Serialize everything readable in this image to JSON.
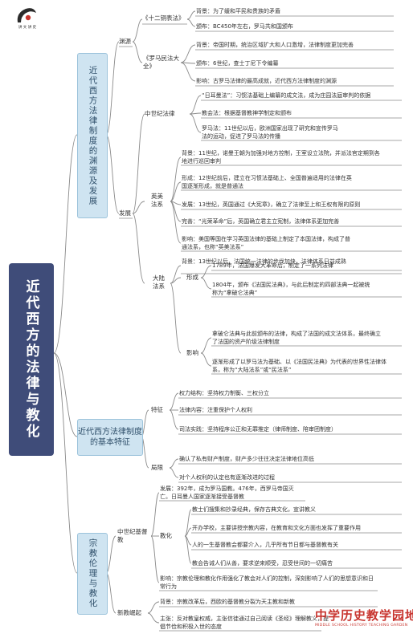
{
  "logo": {
    "caption": "讲 文 讲 史"
  },
  "root": {
    "title": "近代西方的法律与教化"
  },
  "s1": {
    "title": "近代西方法律制度的渊源及发展",
    "yuanyuan": "渊源",
    "t12": "《十二铜表法》",
    "t12_bg": "背景：为了缓和平民和贵族的矛盾",
    "t12_pub": "颁布：BC450年左右，罗马共和国颁布",
    "luoma": "《罗马民法大全》",
    "lm_bg": "背景：帝国时期，统治区域扩大和人口激增，法律制度更加完善",
    "lm_pub": "颁布：6世纪，查士丁尼下令编纂",
    "lm_eff": "影响：古罗马法律的最高成就，近代西方法律制度的渊源",
    "fazhan": "发展",
    "zsj": "中世纪法律",
    "zsj1": "“日耳曼法”：习惯法基础上编纂的成文法，成为庄园法庭审判的依据",
    "zsj2": "教会法：根据基督教神学制定和颁布",
    "zsj3": "罗马法：11世纪以后，欧洲国家出现了研究和宣传罗马法的运动，促进了罗马法的传播",
    "yingmei": "英美法系",
    "ym1": "背景：11世纪，诺曼王朝为加强对地方控制，王室设立法院，并派法官定期到各地进行巡回审判",
    "ym2": "形成：12世纪前后，建立在习惯法基础上、全国普遍适用的法律在英国逐渐形成，就是普通法",
    "ym3": "发展：13世纪，英国通过《大宪章》，确立了法律至上和王权有限的原则",
    "ym4": "完善：“光荣革命”后，英国确立君主立宪制，法律体系更加完善",
    "ym5": "影响：美国等国在学习英国法律的基础上制定了本国法律，构成了普通法系，也称“英美法系”",
    "dalu": "大陆法系",
    "dl_bg": "背景：13世纪以后，法国统一法律的步伐加快，法律体系日益成熟",
    "dl_xc": "形成",
    "dl_x1": "1789年，法国爆发大革命后，制定了一系列法律",
    "dl_x2": "1804年，颁布《法国民法典》，与此后制定的四部法典一起被统称为“拿破仑法典”",
    "dl_yx": "影响",
    "dl_y1": "拿破仑法典与此前颁布的法律，构成了法国的成文法体系，最终确立了法国的资产阶级法律制度",
    "dl_y2": "逐渐形成了以罗马法为基础、以《法国民法典》为代表的世界性法律体系，称为“大陆法系”或“民法系”"
  },
  "s2": {
    "title": "近代西方法律制度的基本特征",
    "tezheng": "特征",
    "tz1": "权力结构：坚持权力制衡、三权分立",
    "tz2": "法律内容：注重保护个人权利",
    "tz3": "司法实践：坚持程序公正和无罪推定（律师制度、陪审团制度）",
    "juxian": "局限",
    "jx1": "确认了私有财产制度，财产多少往往决定法律地位高低",
    "jx2": "对个人权利的认定也有逐渐改进的过程"
  },
  "s3": {
    "title": "宗教伦理与教化",
    "zsjj": "中世纪基督教",
    "fz": "发展：392年，成为罗马国教。476年，西罗马帝国灭亡。日耳曼人国家逐渐接受基督教",
    "jiaohua": "教化",
    "jh1": "教士们搜集和抄录经典，保存古典文化，宣讲教义",
    "jh2": "开办学校，主要讲授宗教内容，在教育和文化方面也发挥了重要作用",
    "jh3": "人的一生基督教会都要介入，几乎所有节日都与基督教有关",
    "jh4": "教会告诫人们从善，要求逆来顺受，忍受世间的一切痛苦",
    "yx": "影响：宗教伦理和教化作用强化了教会对人们的控制，深刻影响了人们的思想意识和日常行为",
    "xjqq": "新教崛起",
    "xj1": "背景：宗教改革后，西欧的基督教分裂为天主教和新教",
    "xj2": "主张：反对教皇权威，主张信徒通过自己阅读《圣经》理解教义，提倡节俭和积极入世的态度"
  },
  "watermark": {
    "title": "中学历史教学园地",
    "subtitle": "MIDDLE SCHOOL HISTORY TEACHING GARDEN"
  }
}
